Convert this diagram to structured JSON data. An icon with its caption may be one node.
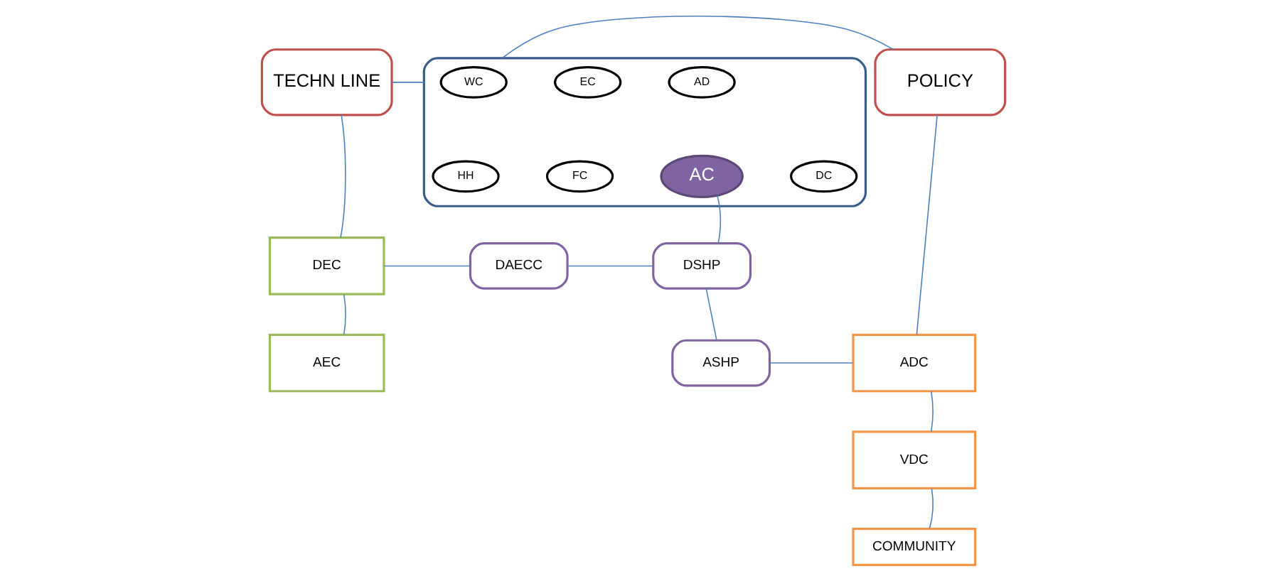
{
  "diagram": {
    "nodes": [
      {
        "text": [
          "TECHN LINE"
        ]
      },
      {
        "text": [],
        "shape": "box"
      },
      {
        "text": [
          "WC"
        ],
        "in": 1
      },
      {
        "text": [
          "EC"
        ],
        "in": 1
      },
      {
        "text": [
          "AD"
        ],
        "in": 1
      },
      {
        "text": [
          "HH"
        ],
        "in": 1
      },
      {
        "text": [
          "FC"
        ],
        "in": 1
      },
      {
        "text": [
          "AC"
        ],
        "in": 1
      },
      {
        "text": [
          "DC"
        ],
        "in": 1
      },
      {
        "text": [
          "POLICY"
        ]
      },
      {
        "text": [
          "DEC"
        ]
      },
      {
        "text": [
          "DAECC"
        ]
      },
      {
        "text": [
          "DSHP"
        ]
      },
      {
        "text": [
          "AEC"
        ]
      },
      {
        "text": [
          "ASHP"
        ]
      },
      {
        "text": [
          "ADC"
        ]
      },
      {
        "text": [
          "VDC"
        ]
      },
      {
        "text": [
          "COMMUNITY"
        ]
      }
    ],
    "edges": [
      {
        "from": 0,
        "to": 1,
        "arrow": "none"
      },
      {
        "from": 1,
        "to": 9,
        "arrow": "none"
      },
      {
        "from": 0,
        "to": 10,
        "arrow": "none"
      },
      {
        "from": 10,
        "to": 11,
        "arrow": "none"
      },
      {
        "from": 11,
        "to": 12,
        "arrow": "none"
      },
      {
        "from": 7,
        "to": 12,
        "arrow": "none"
      },
      {
        "from": 10,
        "to": 13,
        "arrow": "none"
      },
      {
        "from": 12,
        "to": 14,
        "arrow": "none"
      },
      {
        "from": 14,
        "to": 15,
        "arrow": "none"
      },
      {
        "from": 9,
        "to": 15,
        "arrow": "none"
      },
      {
        "from": 15,
        "to": 16,
        "arrow": "none"
      },
      {
        "from": 16,
        "to": 17,
        "arrow": "none"
      }
    ]
  }
}
